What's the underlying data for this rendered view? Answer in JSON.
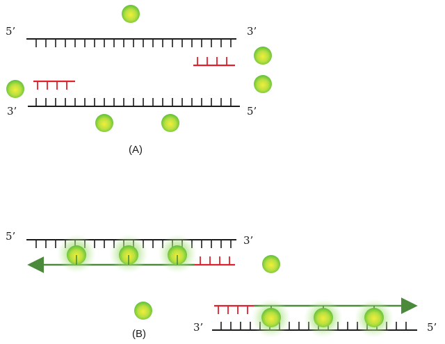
{
  "panel_a": {
    "caption": "(A)",
    "top_strand": {
      "left_end": "5’",
      "right_end": "3’"
    },
    "bottom_strand": {
      "left_end": "3’",
      "right_end": "5’"
    }
  },
  "panel_b": {
    "caption": "(B)",
    "top_strand": {
      "left_end": "5’",
      "right_end": "3’"
    },
    "bottom_strand": {
      "left_end": "3’",
      "right_end": "5’"
    }
  },
  "colors": {
    "strand": "#1a1a1a",
    "primer": "#e0202a",
    "arrow": "#4a8a3a",
    "nucleotide_center": "#f2ee3a",
    "nucleotide_edge": "#6cc43c"
  }
}
